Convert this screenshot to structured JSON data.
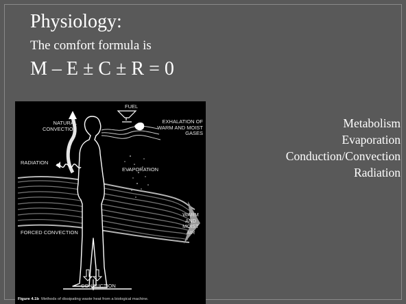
{
  "slide": {
    "title": "Physiology:",
    "subtitle": "The comfort formula is",
    "formula": "M – E ± C ± R = 0",
    "terms": [
      "Metabolism",
      "Evaporation",
      "Conduction/Convection",
      "Radiation"
    ]
  },
  "figure": {
    "labels": {
      "fuel": "FUEL",
      "natural_convection": "NATURAL CONVECTION",
      "exhalation": "EXHALATION OF WARM AND MOIST GASES",
      "radiation": "RADIATION",
      "evaporation": "EVAPORATION",
      "warm_air": "WARM AND MOIST AIR",
      "forced_convection": "FORCED CONVECTION",
      "conduction": "CONDUCTION"
    },
    "caption_prefix": "Figure 4.1b",
    "caption_text": "Methods of dissipating waste heat from a biological machine."
  },
  "colors": {
    "background": "#595959",
    "text": "#ffffff",
    "figure_background": "#000000"
  }
}
